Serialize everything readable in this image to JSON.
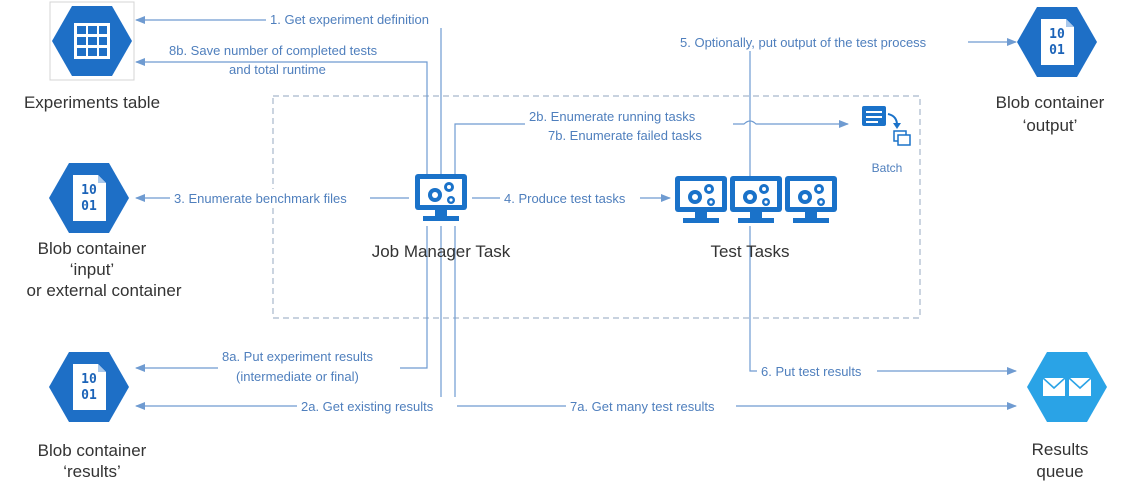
{
  "nodes": {
    "experiments_table": {
      "label": "Experiments table"
    },
    "blob_input": {
      "line1": "Blob container",
      "line2": "‘input’",
      "line3": "or external container",
      "glyph": "10\n01"
    },
    "blob_results": {
      "line1": "Blob container",
      "line2": "‘results’",
      "glyph": "10\n01"
    },
    "blob_output": {
      "line1": "Blob container",
      "line2": "‘output’",
      "glyph": "10\n01"
    },
    "results_queue": {
      "line1": "Results",
      "line2": "queue"
    },
    "job_manager": {
      "label": "Job Manager Task"
    },
    "test_tasks": {
      "label": "Test Tasks"
    },
    "batch": {
      "label": "Batch"
    }
  },
  "edges": {
    "e1": "1. Get experiment definition",
    "e8b_1": "8b. Save number of completed tests",
    "e8b_2": "and total runtime",
    "e5": "5. Optionally, put output of the test process",
    "e2b": "2b. Enumerate running tasks",
    "e7b": "7b. Enumerate failed tasks",
    "e3": "3. Enumerate benchmark files",
    "e4": "4. Produce test tasks",
    "e8a_1": "8a. Put experiment results",
    "e8a_2": "(intermediate or final)",
    "e6": "6. Put test results",
    "e2a": "2a. Get existing results",
    "e7a": "7a. Get many test results"
  },
  "colors": {
    "hex_blue": "#1e6fc6",
    "line_blue": "#6f9bd1",
    "label_blue": "#4f7fbd",
    "monitor_blue": "#1a72c9",
    "queue_cyan": "#2aa3e6"
  },
  "icons": [
    "table-icon",
    "blob-binary-icon",
    "gear-monitor-icon",
    "batch-icon",
    "queue-mail-icon"
  ]
}
